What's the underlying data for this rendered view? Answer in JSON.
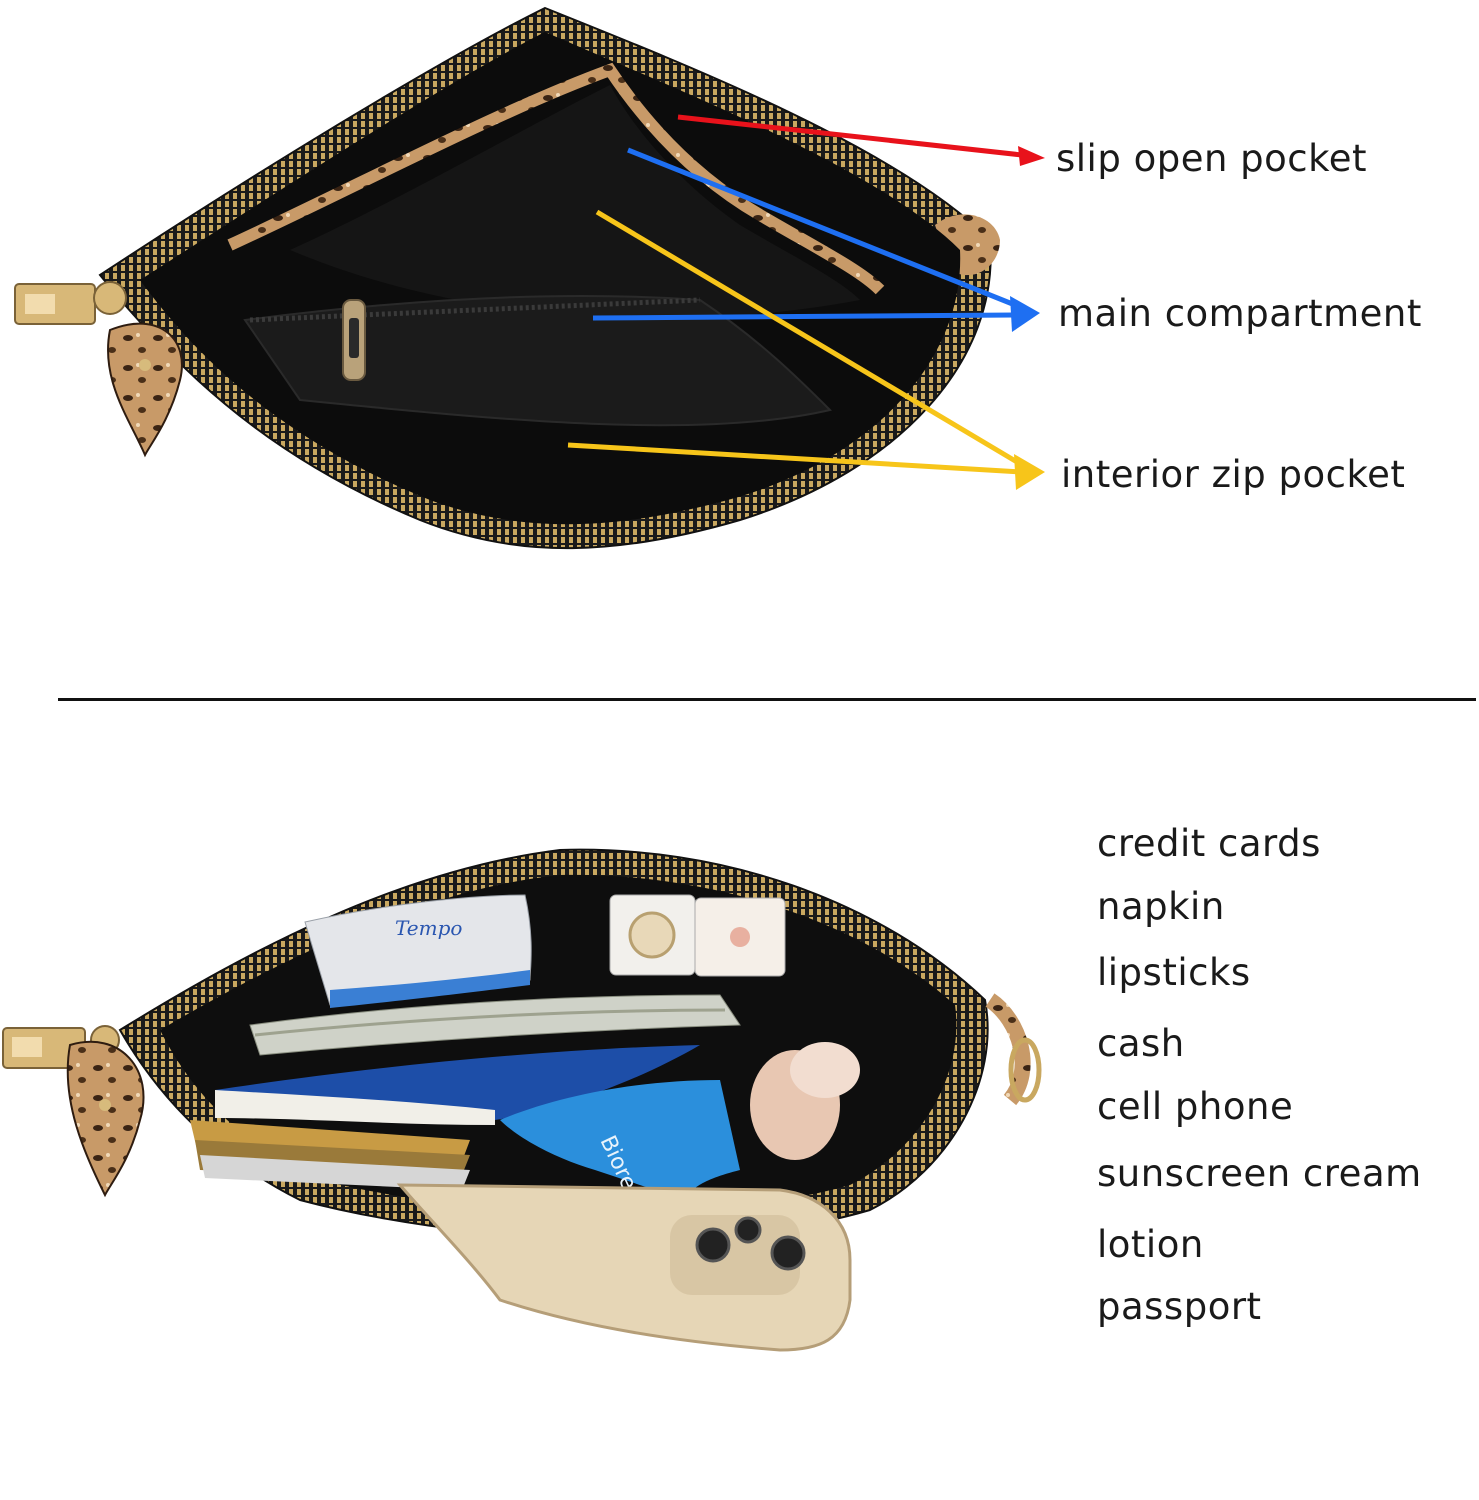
{
  "top_section": {
    "callouts": [
      {
        "text": "slip open pocket",
        "arrow_color": "#e8121b"
      },
      {
        "text": "main compartment",
        "arrow_color": "#1e6ff2"
      },
      {
        "text": "interior zip pocket",
        "arrow_color": "#f7c51a"
      }
    ]
  },
  "bottom_section": {
    "contents": [
      "credit cards",
      "napkin",
      "lipsticks",
      "cash",
      "cell phone",
      "sunscreen cream",
      "lotion",
      "passport"
    ]
  }
}
